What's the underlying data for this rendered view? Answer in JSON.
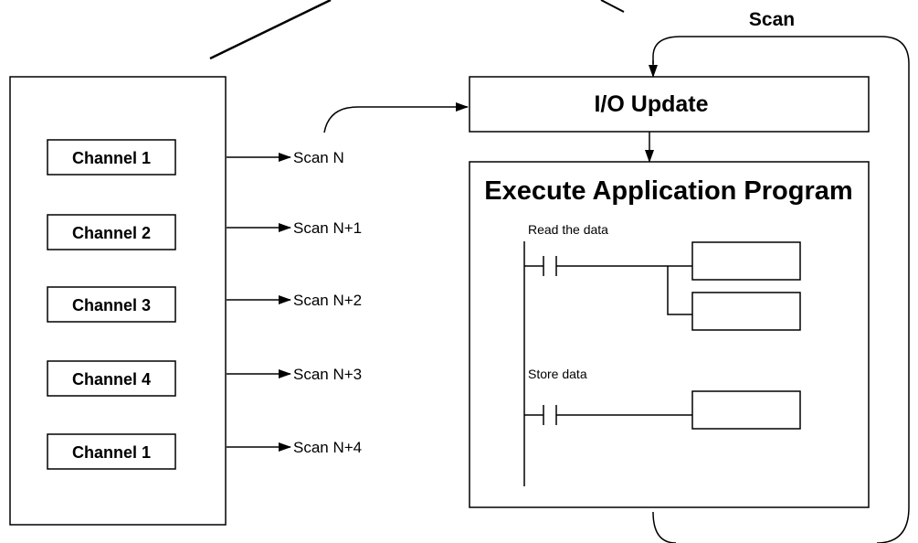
{
  "scan_loop": {
    "label": "Scan"
  },
  "io_update": {
    "label": "I/O Update"
  },
  "program": {
    "title": "Execute Application Program",
    "rungs": [
      {
        "label": "Read the data"
      },
      {
        "label": "Store data"
      }
    ]
  },
  "channels": [
    {
      "label": "Channel 1",
      "scan": "Scan N"
    },
    {
      "label": "Channel 2",
      "scan": "Scan N+1"
    },
    {
      "label": "Channel 3",
      "scan": "Scan N+2"
    },
    {
      "label": "Channel 4",
      "scan": "Scan N+3"
    },
    {
      "label": "Channel 1",
      "scan": "Scan N+4"
    }
  ]
}
